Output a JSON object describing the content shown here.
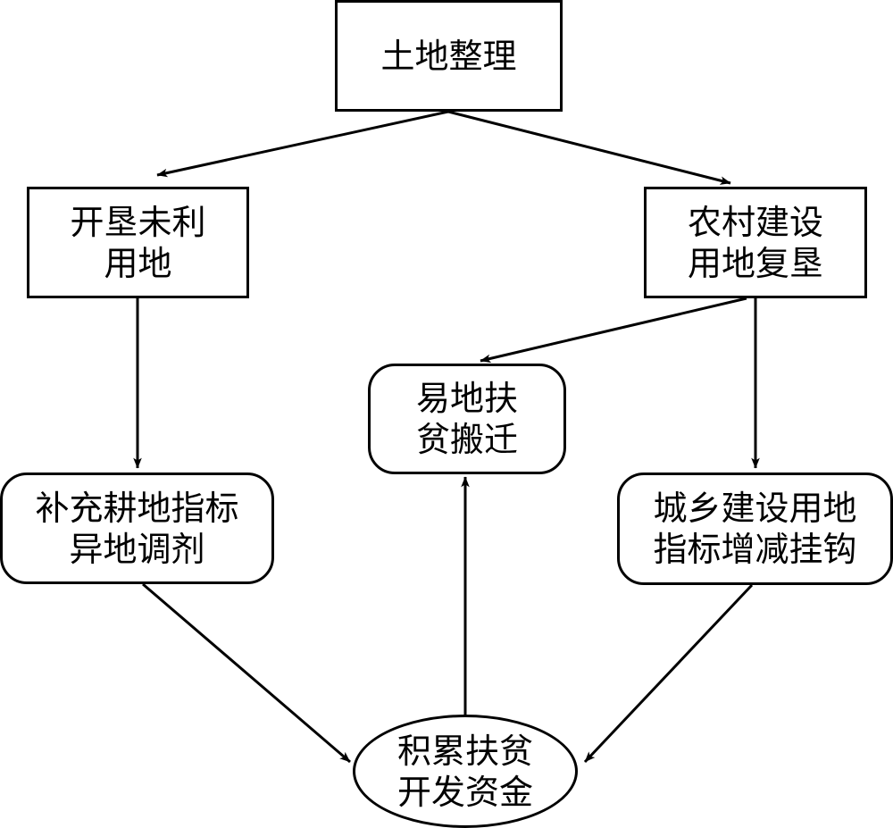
{
  "diagram": {
    "nodes": [
      {
        "id": "land-consolidation",
        "shape": "rectangle",
        "label": "土地整理"
      },
      {
        "id": "reclaim-unused-land",
        "shape": "rectangle",
        "label": "开垦未利\n用地"
      },
      {
        "id": "rural-construction-land-reclamation",
        "shape": "rectangle",
        "label": "农村建设\n用地复垦"
      },
      {
        "id": "poverty-relocation",
        "shape": "rounded-rectangle",
        "label": "易地扶\n贫搬迁"
      },
      {
        "id": "farmland-quota-transfer",
        "shape": "rounded-rectangle",
        "label": "补充耕地指标\n异地调剂"
      },
      {
        "id": "urban-rural-land-linkage",
        "shape": "rounded-rectangle",
        "label": "城乡建设用地\n指标增减挂钩"
      },
      {
        "id": "poverty-fund-accumulation",
        "shape": "ellipse",
        "label": "积累扶贫\n开发资金"
      }
    ],
    "edges": [
      {
        "from": "land-consolidation",
        "to": "reclaim-unused-land"
      },
      {
        "from": "land-consolidation",
        "to": "rural-construction-land-reclamation"
      },
      {
        "from": "reclaim-unused-land",
        "to": "farmland-quota-transfer"
      },
      {
        "from": "rural-construction-land-reclamation",
        "to": "poverty-relocation"
      },
      {
        "from": "rural-construction-land-reclamation",
        "to": "urban-rural-land-linkage"
      },
      {
        "from": "farmland-quota-transfer",
        "to": "poverty-fund-accumulation"
      },
      {
        "from": "urban-rural-land-linkage",
        "to": "poverty-fund-accumulation"
      },
      {
        "from": "poverty-fund-accumulation",
        "to": "poverty-relocation"
      }
    ],
    "colors": {
      "stroke": "#000000",
      "fill": "#ffffff",
      "text": "#000000"
    }
  }
}
